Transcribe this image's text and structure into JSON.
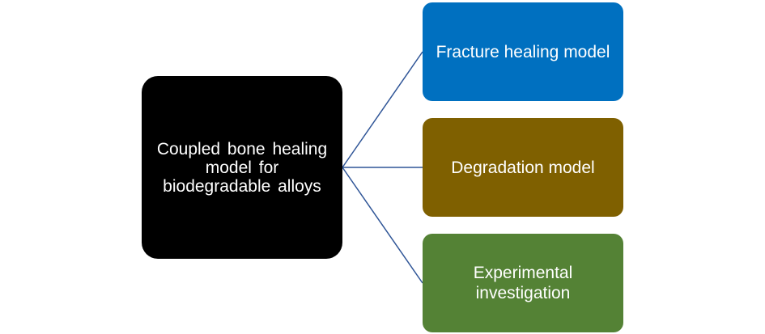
{
  "diagram": {
    "root": {
      "label_lines": [
        "Coupled bone healing",
        "model for",
        "biodegradable alloys"
      ],
      "fill": "#000000"
    },
    "children": [
      {
        "label_lines": [
          "Fracture healing model"
        ],
        "fill": "#0070C0"
      },
      {
        "label_lines": [
          "Degradation model"
        ],
        "fill": "#7F6000"
      },
      {
        "label_lines": [
          "Experimental",
          "investigation"
        ],
        "fill": "#548235"
      }
    ],
    "connector_color": "#2F5597"
  }
}
